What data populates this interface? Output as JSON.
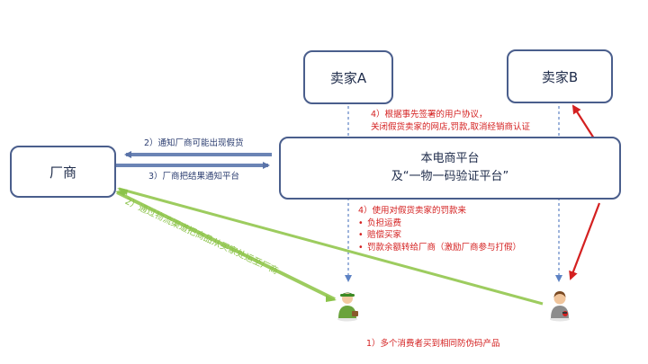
{
  "nodes": {
    "manufacturer": "厂商",
    "seller_a": "卖家A",
    "seller_b": "卖家B",
    "platform_line1": "本电商平台",
    "platform_line2": "及“一物一码验证平台”"
  },
  "labels": {
    "notify_fake": "2）通知厂商可能出现假货",
    "notify_result": "3）厂商把结果通知平台",
    "logistics": "2）通过物流渠道把商品从买家处运至厂商",
    "agreement_line1": "4）根据事先签署的用户协议，",
    "agreement_line2": "关闭假货卖家的网店,罚款,取消经销商认证",
    "fine_title": "4）使用对假货卖家的罚款来",
    "fine_items": [
      "负担运费",
      "赔偿买家",
      "罚款余额转给厂商（激励厂商参与打假）"
    ],
    "consumers": "1）多个消费者买到相同防伪码产品"
  },
  "icons": {
    "consumer_a": "consumer-person-icon",
    "consumer_b": "consumer-person-icon"
  },
  "colors": {
    "box_border": "#4a5e8c",
    "blue_arrow": "#6b84b5",
    "red": "#d42020",
    "green": "#9dcc5f",
    "dashed": "#6a8cc8"
  }
}
